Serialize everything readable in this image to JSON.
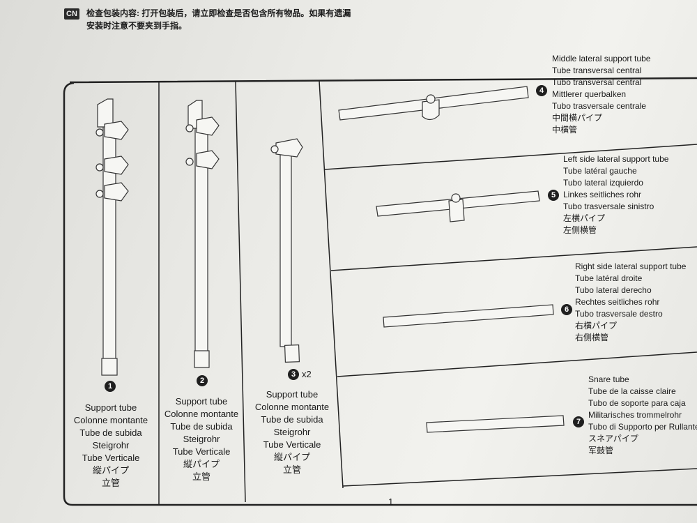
{
  "header": {
    "badge": "CN",
    "line1": "检查包装内容: 打开包装后，请立即检查是否包含所有物品。如果有遗漏",
    "line2": "安装时注意不要夹到手指。"
  },
  "parts": [
    {
      "number": "1",
      "lines": [
        "Support tube",
        "Colonne montante",
        "Tube de subida",
        "Steigrohr",
        "Tube Verticale",
        "縦パイプ",
        "立管"
      ]
    },
    {
      "number": "2",
      "lines": [
        "Support tube",
        "Colonne montante",
        "Tube de subida",
        "Steigrohr",
        "Tube Verticale",
        "縦パイプ",
        "立管"
      ]
    },
    {
      "number": "3",
      "qty": "x2",
      "lines": [
        "Support tube",
        "Colonne montante",
        "Tube de subida",
        "Steigrohr",
        "Tube Verticale",
        "縦パイプ",
        "立管"
      ]
    }
  ],
  "lateral_parts": [
    {
      "number": "4",
      "lines": [
        "Middle lateral support tube",
        "Tube transversal central",
        "Tubo transversal central",
        "Mittlerer querbalken",
        "Tubo trasversale centrale",
        "中間横パイプ",
        "中横管"
      ]
    },
    {
      "number": "5",
      "lines": [
        "Left side lateral support tube",
        "Tube latéral gauche",
        "Tubo lateral izquierdo",
        "Linkes seitliches rohr",
        "Tubo trasversale sinistro",
        "左横パイプ",
        "左侧横管"
      ]
    },
    {
      "number": "6",
      "lines": [
        "Right side lateral support tube",
        "Tube latéral droite",
        "Tubo lateral derecho",
        "Rechtes seitliches rohr",
        "Tubo trasversale destro",
        "右横パイプ",
        "右侧横管"
      ]
    },
    {
      "number": "7",
      "lines": [
        "Snare tube",
        "Tube de la caisse claire",
        "Tubo de soporte para caja",
        "Militarisches trommelrohr",
        "Tubo di Supporto per Rullante",
        "スネアパイプ",
        "军鼓管"
      ]
    }
  ],
  "page_number": "1"
}
